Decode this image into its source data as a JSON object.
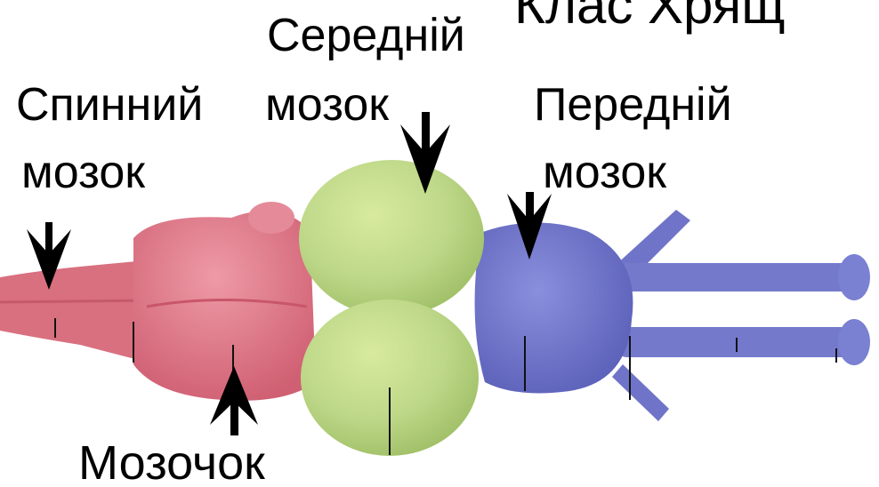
{
  "title_fragment": "Клас Хрящ",
  "labels": {
    "spinal_cord": {
      "line1": "Спинний",
      "line2": "мозок"
    },
    "midbrain": {
      "line1": "Середній",
      "line2": "мозок"
    },
    "forebrain": {
      "line1": "Передній",
      "line2": "мозок"
    },
    "cerebellum": "Мозочок"
  },
  "colors": {
    "spinal_cord": "#d9707f",
    "hindbrain": "#e07a88",
    "midbrain": "#bdd788",
    "forebrain": "#6f74c8",
    "arrows": "#000000"
  }
}
